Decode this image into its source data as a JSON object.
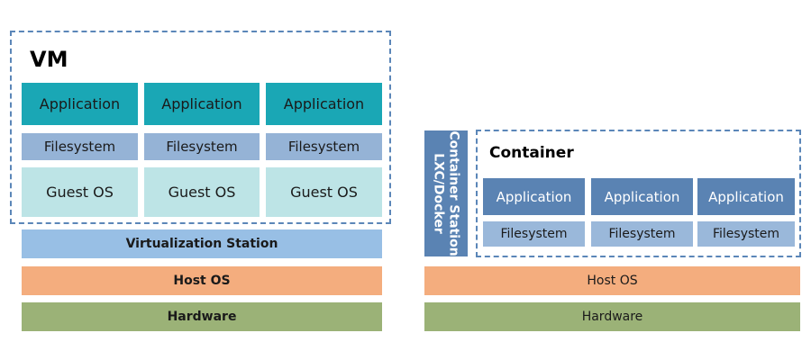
{
  "vm": {
    "title": "VM",
    "columns": [
      {
        "application": "Application",
        "filesystem": "Filesystem",
        "guest_os": "Guest OS"
      },
      {
        "application": "Application",
        "filesystem": "Filesystem",
        "guest_os": "Guest OS"
      },
      {
        "application": "Application",
        "filesystem": "Filesystem",
        "guest_os": "Guest OS"
      }
    ],
    "virtualization_station": "Virtualization Station",
    "host_os": "Host OS",
    "hardware": "Hardware"
  },
  "container": {
    "title": "Container",
    "station_line1": "Container Station",
    "station_line2": "LXC/Docker",
    "columns": [
      {
        "application": "Application",
        "filesystem": "Filesystem"
      },
      {
        "application": "Application",
        "filesystem": "Filesystem"
      },
      {
        "application": "Application",
        "filesystem": "Filesystem"
      }
    ],
    "host_os": "Host OS",
    "hardware": "Hardware"
  },
  "colors": {
    "vm_application": "#1aa7b5",
    "vm_filesystem": "#95b3d6",
    "vm_guest_os": "#bde4e6",
    "virtualization_station": "#98bfe5",
    "host_os": "#f4ad7e",
    "hardware": "#9bb277",
    "container_station": "#5a83b3",
    "container_application": "#5a83b3",
    "container_filesystem": "#9ab8da",
    "dashed_border": "#5b86b8"
  }
}
